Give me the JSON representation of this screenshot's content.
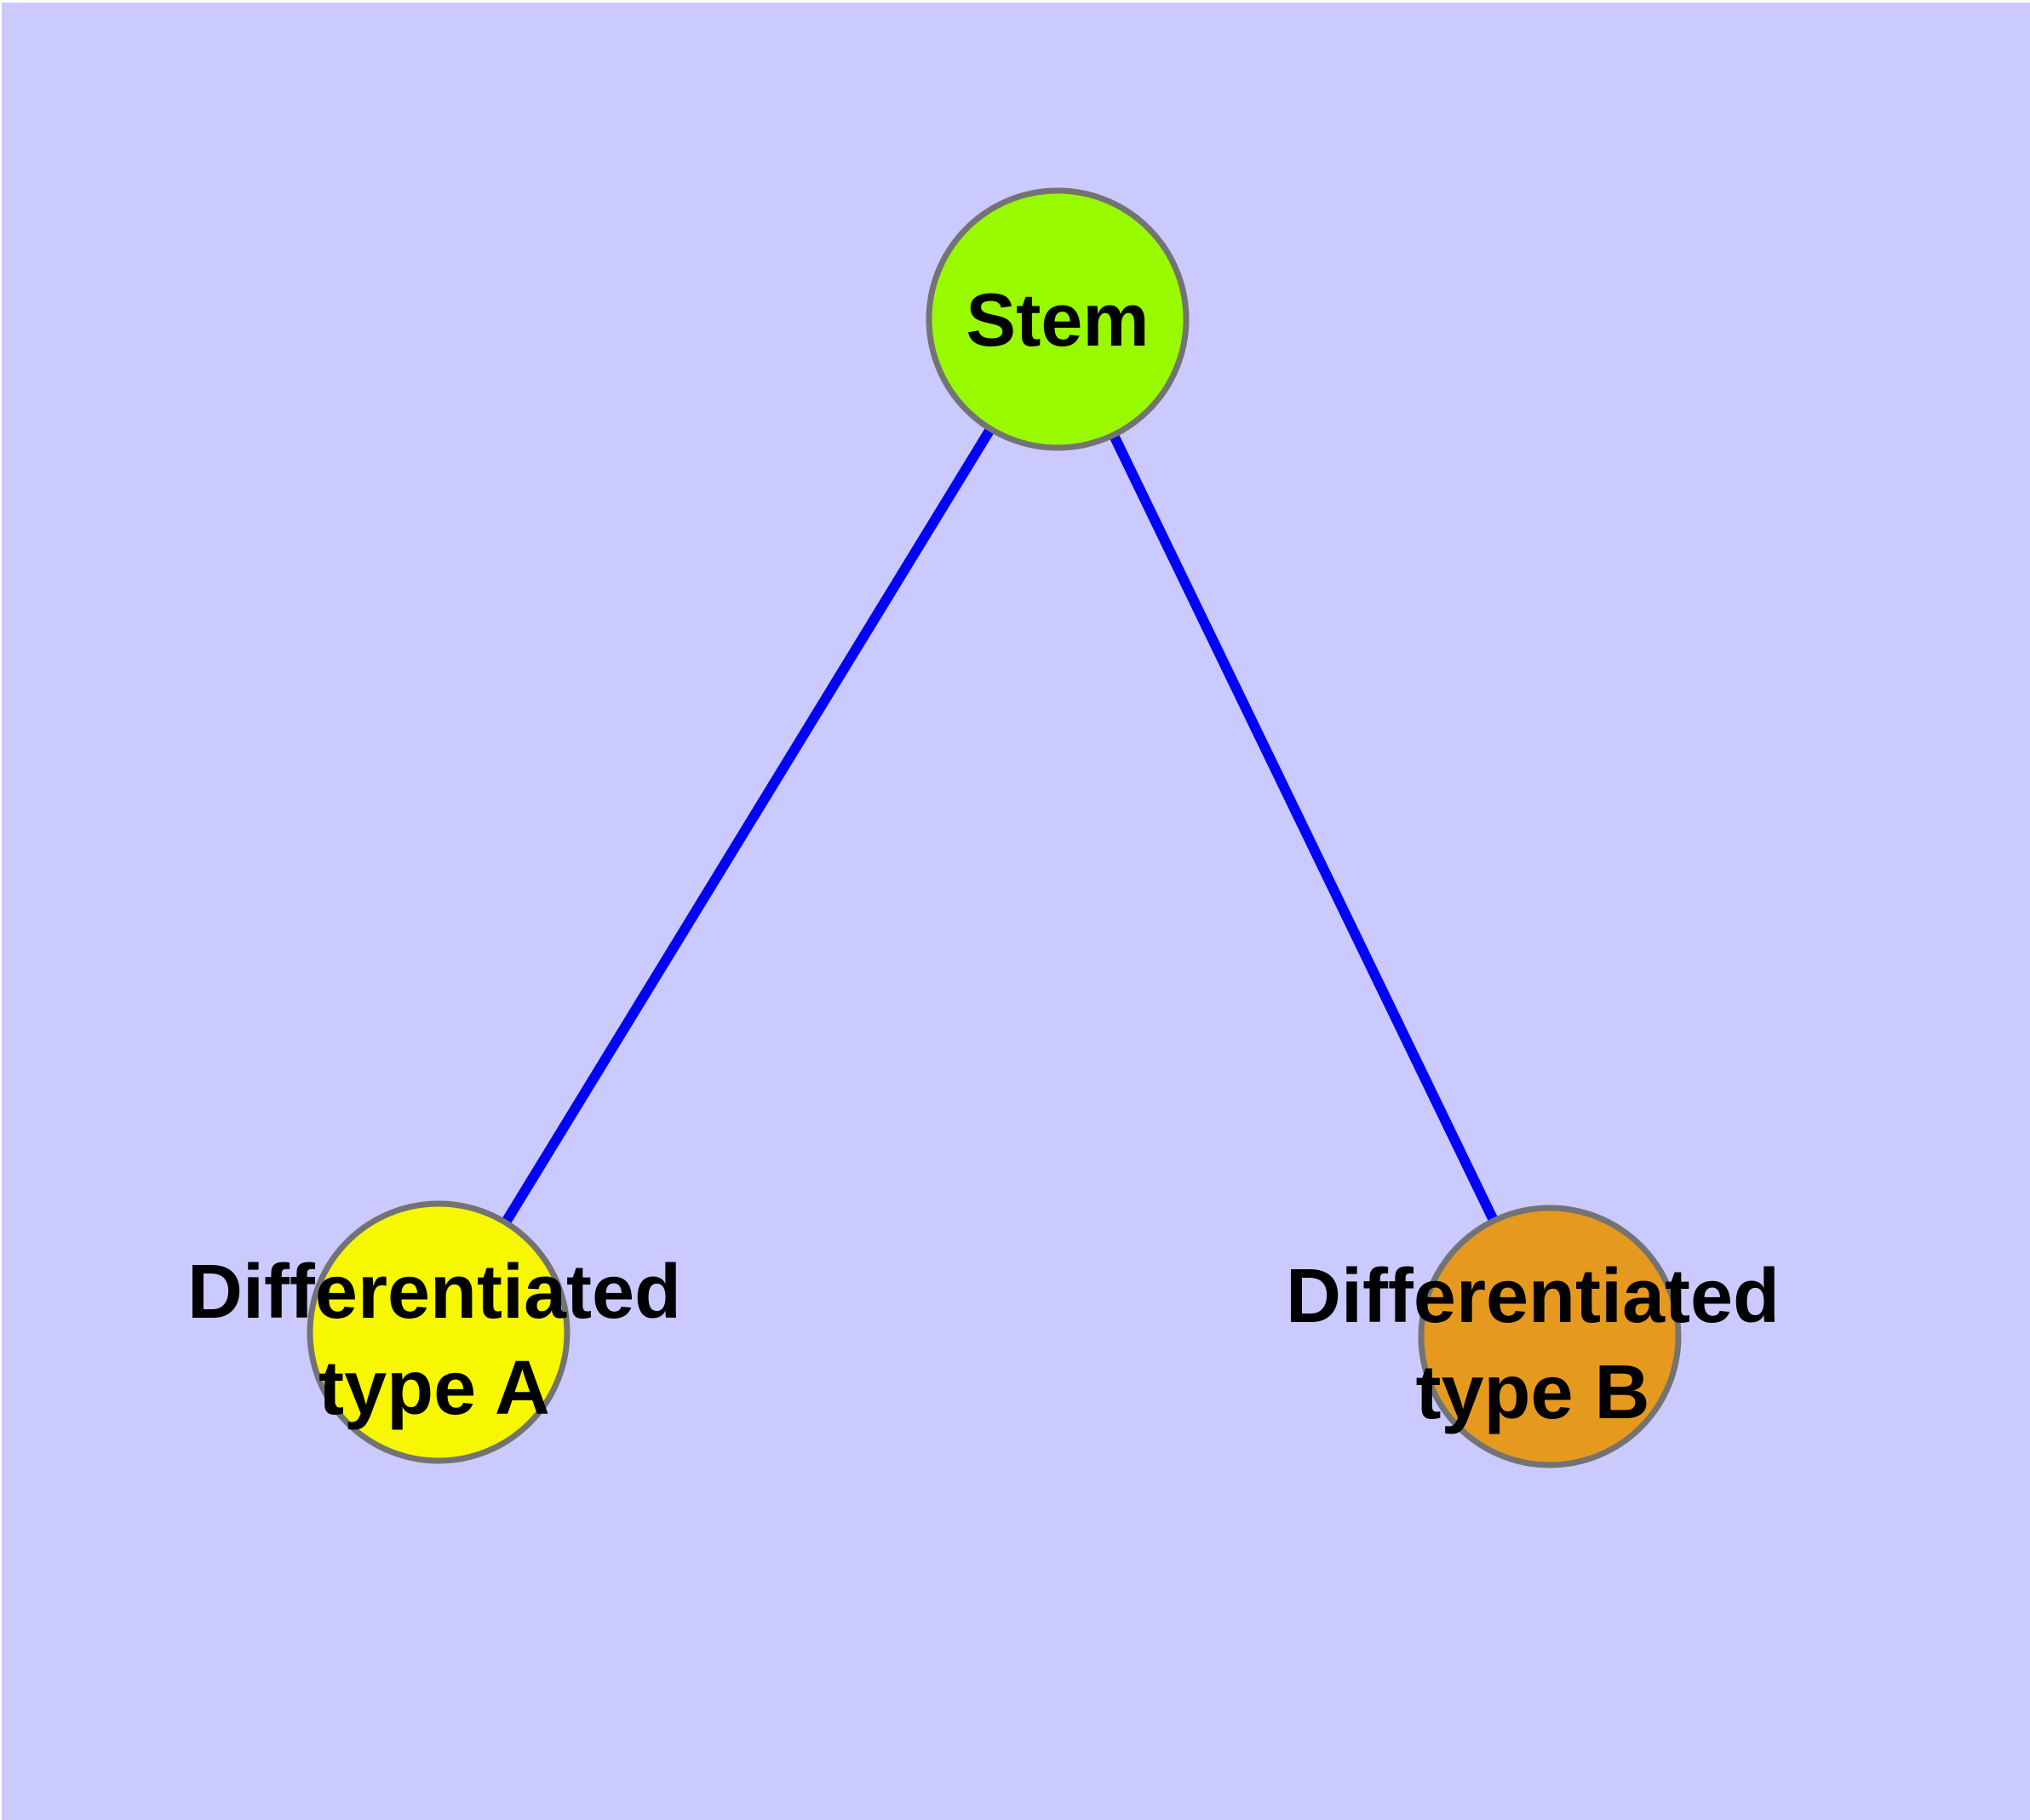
{
  "diagram": {
    "type": "graph",
    "description": "Cell differentiation tree: one stem node with two differentiated child types",
    "page_background": "#ffffff",
    "background_color": "#cacaff",
    "node_border_color": "#737373",
    "edge_color": "#0202f6",
    "label_color": "#000000",
    "nodes": [
      {
        "id": "stem",
        "label": "Stem",
        "color": "#99fa00"
      },
      {
        "id": "differentiated-type-a",
        "label_line1": "Differentiated",
        "label_line2": "type A",
        "color": "#f7f700"
      },
      {
        "id": "differentiated-type-b",
        "label_line1": "Differentiated",
        "label_line2": "type B",
        "color": "#e6991f"
      }
    ],
    "edges": [
      {
        "from": "stem",
        "to": "differentiated-type-a"
      },
      {
        "from": "stem",
        "to": "differentiated-type-b"
      }
    ]
  }
}
